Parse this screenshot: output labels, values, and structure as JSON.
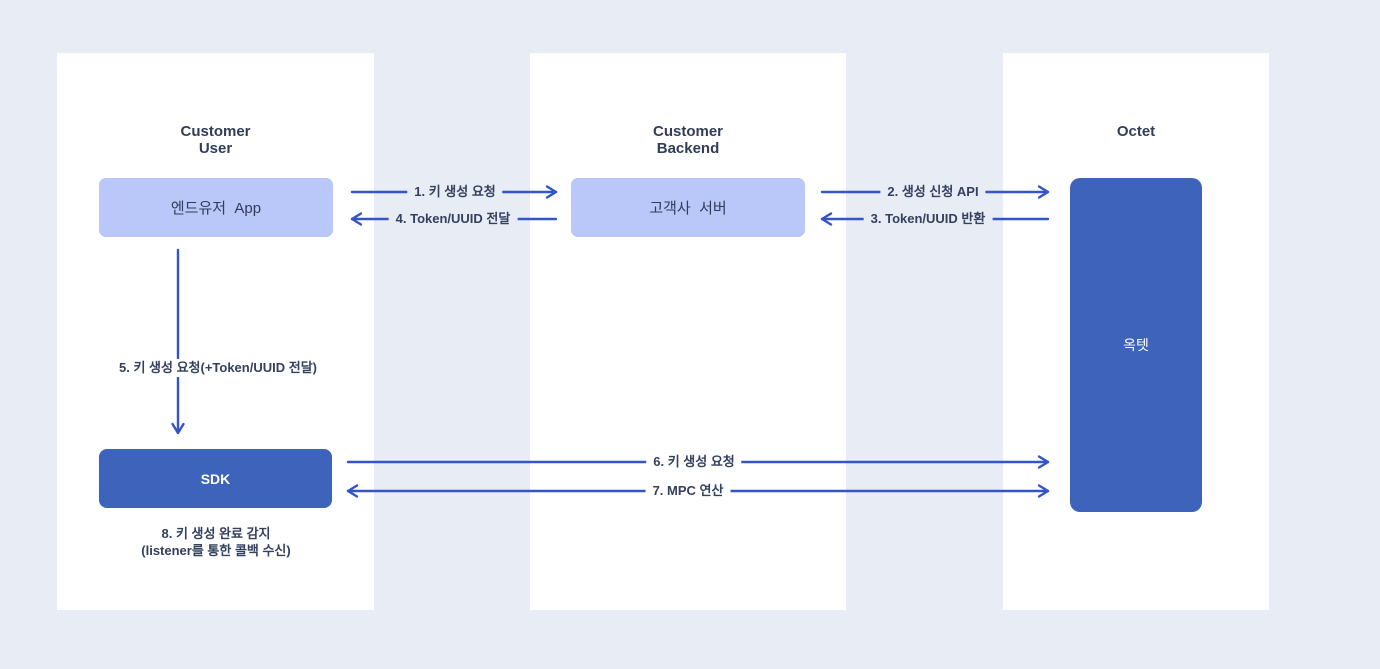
{
  "colors": {
    "background": "#e8ecf5",
    "panel": "#ffffff",
    "node_light_blue": "#b9c8f8",
    "node_dark_blue": "#3d63ba",
    "arrow_blue": "#3355c5",
    "text_navy": "#323e58"
  },
  "lanes": [
    {
      "title": "Customer\nUser"
    },
    {
      "title": "Customer\nBackend"
    },
    {
      "title": "Octet"
    }
  ],
  "nodes": {
    "enduser_app": {
      "label": "엔드유저  App"
    },
    "customer_server": {
      "label": "고객사  서버"
    },
    "octet": {
      "label": "옥텟"
    },
    "sdk": {
      "label": "SDK"
    }
  },
  "arrows": {
    "a1": {
      "label": "1. 키 생성 요청",
      "from": "enduser_app",
      "to": "customer_server",
      "direction": "right"
    },
    "a2": {
      "label": "2. 생성 신청 API",
      "from": "customer_server",
      "to": "octet",
      "direction": "right"
    },
    "a3": {
      "label": "3. Token/UUID 반환",
      "from": "octet",
      "to": "customer_server",
      "direction": "left"
    },
    "a4": {
      "label": "4. Token/UUID 전달",
      "from": "customer_server",
      "to": "enduser_app",
      "direction": "left"
    },
    "a5": {
      "label": "5. 키 생성 요청(+Token/UUID 전달)",
      "from": "enduser_app",
      "to": "sdk",
      "direction": "down"
    },
    "a6": {
      "label": "6. 키 생성 요청",
      "from": "sdk",
      "to": "octet",
      "direction": "right"
    },
    "a7": {
      "label": "7. MPC 연산",
      "from": "octet",
      "to": "sdk",
      "direction": "both"
    },
    "a8": {
      "label": "8. 키 생성 완료 감지\n(listener를 통한 콜백 수신)",
      "from": "sdk",
      "to": "sdk",
      "direction": "note"
    }
  }
}
